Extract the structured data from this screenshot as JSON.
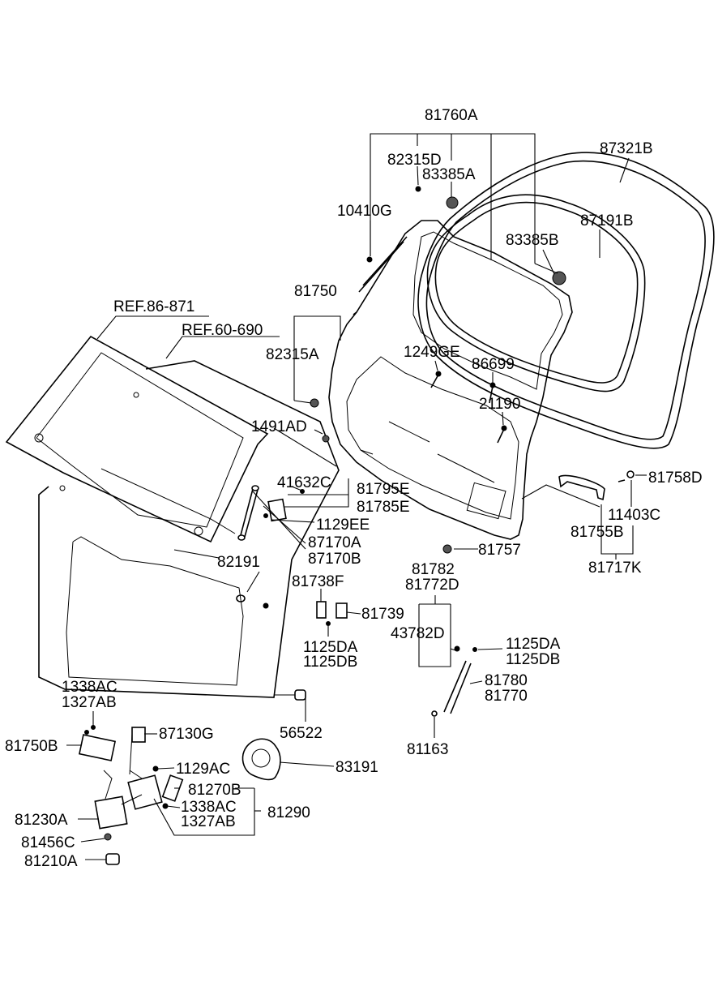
{
  "labels": {
    "p81760A": "81760A",
    "p82315D": "82315D",
    "p83385A": "83385A",
    "p87321B": "87321B",
    "p10410G": "10410G",
    "p87191B": "87191B",
    "p83385B": "83385B",
    "p81750": "81750",
    "pREF86871": "REF.86-871",
    "pREF60690": "REF.60-690",
    "p82315A": "82315A",
    "p1249GE": "1249GE",
    "p86699": "86699",
    "p21190": "21190",
    "p1491AD": "1491AD",
    "p41632C": "41632C",
    "p81795E": "81795E",
    "p81785E": "81785E",
    "p81758D": "81758D",
    "p1129EE": "1129EE",
    "p87170A": "87170A",
    "p87170B": "87170B",
    "p11403C": "11403C",
    "p81755B": "81755B",
    "p82191": "82191",
    "p81757": "81757",
    "p81717K": "81717K",
    "p81782": "81782",
    "p81772D": "81772D",
    "p81738F": "81738F",
    "p81739": "81739",
    "p43782D": "43782D",
    "p1125DA_a": "1125DA",
    "p1125DB_a": "1125DB",
    "p1125DA_b": "1125DA",
    "p1125DB_b": "1125DB",
    "p81780": "81780",
    "p81770": "81770",
    "p1338AC_a": "1338AC",
    "p1327AB_a": "1327AB",
    "p56522": "56522",
    "p81750B": "81750B",
    "p87130G": "87130G",
    "p81163": "81163",
    "p1129AC": "1129AC",
    "p83191": "83191",
    "p81270B": "81270B",
    "p81230A": "81230A",
    "p1338AC_b": "1338AC",
    "p81290": "81290",
    "p1327AB_b": "1327AB",
    "p81456C": "81456C",
    "p81210A": "81210A"
  }
}
